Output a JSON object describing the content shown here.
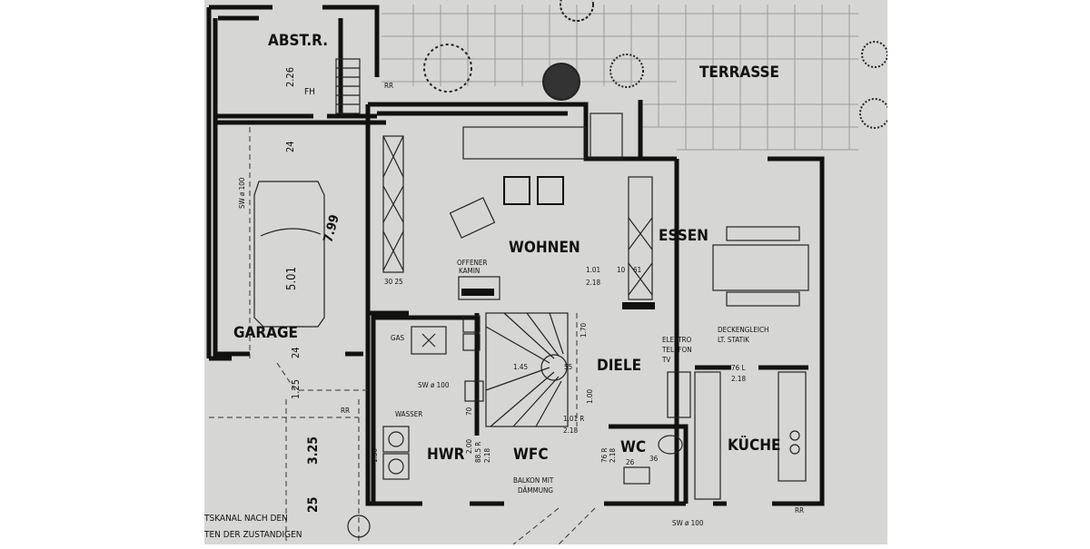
{
  "plan": {
    "rooms": {
      "abstellraum": "ABST.R.",
      "terrasse": "TERRASSE",
      "wohnen": "WOHNEN",
      "essen": "ESSEN",
      "garage": "GARAGE",
      "diele": "DIELE",
      "hwr": "HWR",
      "wfc": "WFC",
      "wc": "WC",
      "kueche": "KÜCHE"
    },
    "annotations": {
      "fh": "FH",
      "offener_kamin_1": "OFFENER",
      "offener_kamin_2": "KAMIN",
      "gas": "GAS",
      "wasser": "WASSER",
      "sw_garage": "SW ø 100",
      "sw_hwr": "SW ø 100",
      "sw_bottom": "SW ø 100",
      "elektro": "ELEKTRO",
      "telefon": "TELEFON",
      "tv": "TV",
      "deckengleich_1": "DECKENGLEICH",
      "deckengleich_2": "LT. STATIK",
      "balkon_1": "BALKON MIT",
      "balkon_2": "DÄMMUNG",
      "rr_top": "RR",
      "rr_left": "RR",
      "rr_right": "RR",
      "note_1": "TSKANAL NACH DEN",
      "note_2": "TEN DER ZUSTANDIGEN"
    },
    "dimensions": {
      "d226": "2.26",
      "d24a": "24",
      "d799": "7.99",
      "d501": "5.01",
      "d24b": "24",
      "d125": "1.25",
      "d325": "3.25",
      "d25": "25",
      "d3025": "30 25",
      "d101": "1.01",
      "d218a": "2.18",
      "d10": "10",
      "d61": "61",
      "d170": "1.70",
      "d145": "1.45",
      "d55": "55",
      "d100": "1.00",
      "d101b": "1.01 R",
      "d218b": "2.18",
      "d76": "76 L",
      "d218c": "2.18",
      "d70": "70",
      "d200": "2.00",
      "d885": "88.5 R",
      "d218d": "2.18",
      "d76r": "76 R",
      "d218e": "2.18",
      "d26": "26",
      "d36": "36",
      "d130": "1.30"
    }
  }
}
